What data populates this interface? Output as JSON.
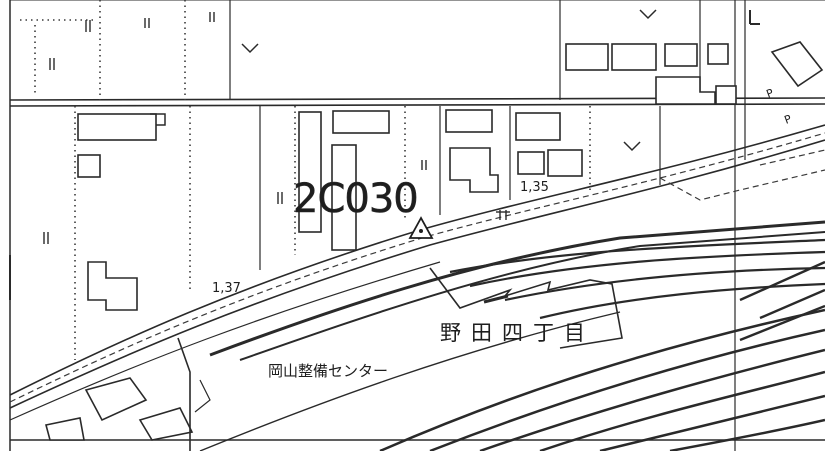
{
  "map": {
    "sheet_code": "2C030",
    "district_name": "野田四丁目",
    "facility_name": "岡山整備センター",
    "elevation_points": [
      "1,35",
      "1,37"
    ],
    "parking_symbol": "P",
    "colors": {
      "paper": "#ffffff",
      "ink": "#2a2a2a",
      "rail": "#1a1a1a"
    },
    "symbols": [
      "field-mark",
      "vegetable-mark",
      "triangulation-point-icon",
      "shrine-mark"
    ]
  }
}
